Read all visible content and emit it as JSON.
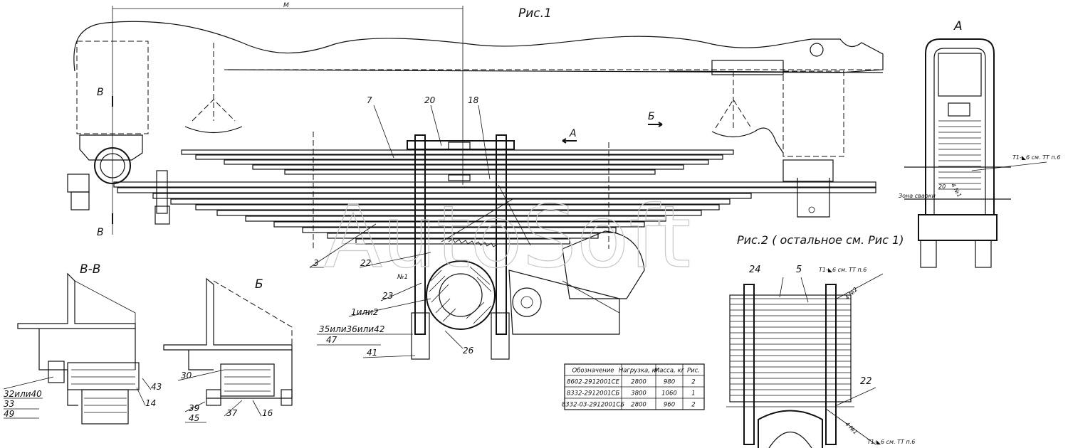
{
  "figure_titles": {
    "fig1": "Рис.1",
    "fig2": "Рис.2 ( остальное см. Рис 1)",
    "view_a": "А",
    "view_b": "Б",
    "section_vv": "В-В"
  },
  "dimension_label": "M",
  "watermark": "AutoSoft",
  "section_marks": {
    "b_top": "В",
    "b_bottom": "В",
    "arrow_a": "А",
    "arrow_b": "Б"
  },
  "callouts_main": [
    "7",
    "20",
    "18",
    "3",
    "22",
    "23",
    "1или2",
    "35или36или42",
    "47",
    "41",
    "26",
    "№1"
  ],
  "callouts_vv": [
    "32или40",
    "33",
    "49",
    "43",
    "14"
  ],
  "callouts_b": [
    "30",
    "39",
    "45",
    "37",
    "16"
  ],
  "callouts_fig2": [
    "24",
    "5",
    "22"
  ],
  "weld_notes": {
    "a_top": "Т1-◣6 см. ТТ п.6",
    "a_side": "4 №1",
    "a_zone": "Зона сварки",
    "a_dim": "20",
    "fig2_top": "Т1-◣6 см. ТТ п.6",
    "fig2_side": "4 №2",
    "fig2_bottom": "Т1-◣6 см. ТТ п.6",
    "fig2_side2": "4 №1"
  },
  "table": {
    "headers": [
      "Обозначение",
      "Нагрузка, кг",
      "Масса, кг",
      "Рис."
    ],
    "rows": [
      [
        "8602-2912001СЕ",
        "2800",
        "980",
        "2"
      ],
      [
        "8332-2912001СБ",
        "3800",
        "1060",
        "1"
      ],
      [
        "8332-03-2912001СБ",
        "2800",
        "960",
        "2"
      ]
    ]
  }
}
